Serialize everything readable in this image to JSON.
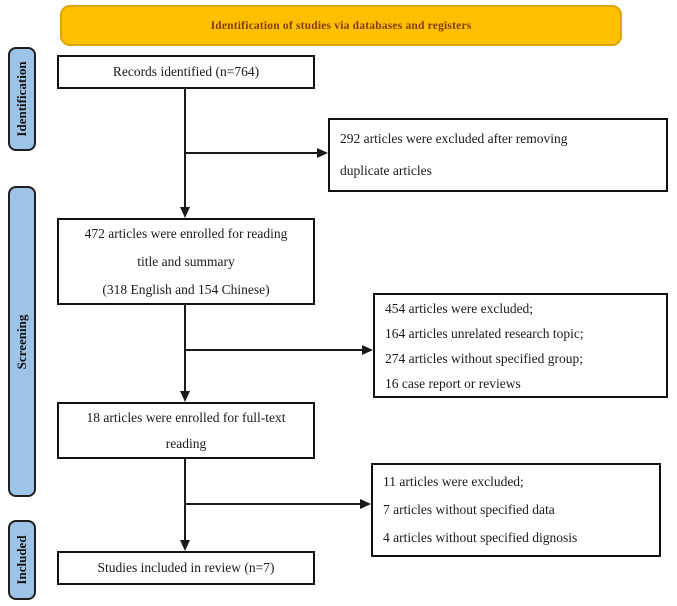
{
  "banner": {
    "title": "Identification of studies via databases and registers"
  },
  "colors": {
    "banner_bg": "#FFC000",
    "banner_text": "#833C00",
    "stage_tab_bg": "#9DC3E6",
    "box_border": "#111111",
    "background": "#FFFFFF"
  },
  "stages": [
    {
      "label": "Identification"
    },
    {
      "label": "Screening"
    },
    {
      "label": "Included"
    }
  ],
  "flow_boxes": [
    {
      "lines": [
        "Records identified  (n=764)"
      ]
    },
    {
      "lines": [
        "472 articles were enrolled for reading",
        "title and summary",
        "(318 English and 154 Chinese)"
      ]
    },
    {
      "lines": [
        "18 articles were enrolled for full-text",
        "reading"
      ]
    },
    {
      "lines": [
        "Studies included in review (n=7)"
      ]
    }
  ],
  "exclusion_boxes": [
    {
      "lines": [
        "292 articles were excluded after removing",
        "duplicate articles"
      ]
    },
    {
      "lines": [
        "454 articles were excluded;",
        "164 articles unrelated research topic;",
        "274 articles without specified group;",
        "16 case report or reviews"
      ]
    },
    {
      "lines": [
        "11 articles were excluded;",
        "7 articles without specified data",
        "4 articles without specified dignosis"
      ]
    }
  ]
}
